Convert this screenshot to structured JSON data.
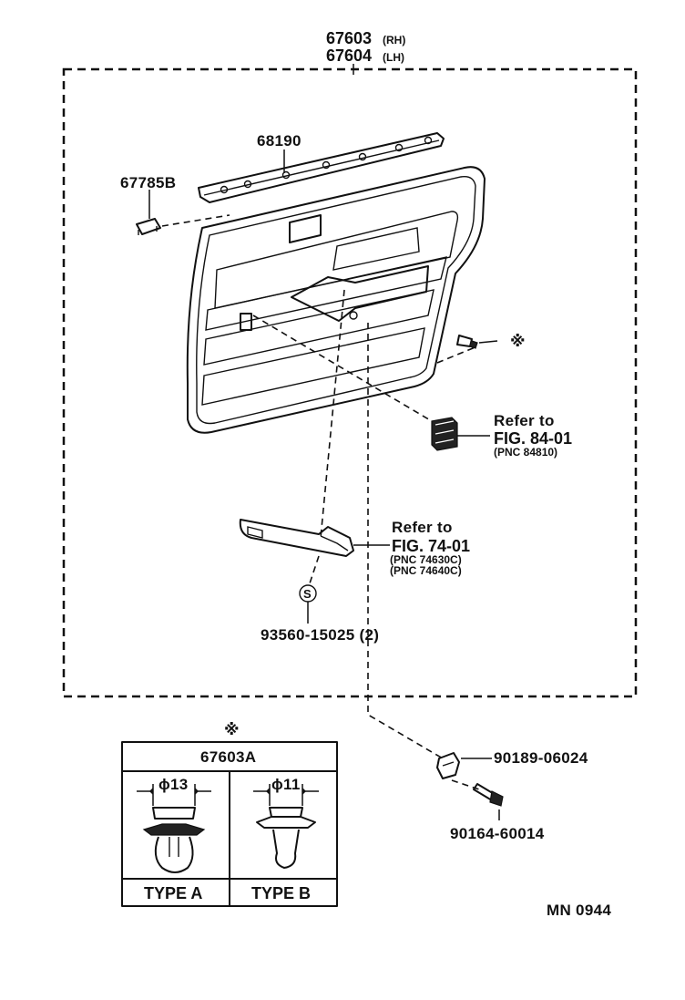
{
  "assembly": {
    "rh_number": "67603",
    "rh_suffix": "(RH)",
    "lh_number": "67604",
    "lh_suffix": "(LH)"
  },
  "parts": {
    "moulding": "68190",
    "clip_cover": "67785B",
    "screw_note": "93560-15025 (2)",
    "nut": "90189-06024",
    "screw": "90164-60014",
    "clip_mark": "※",
    "s_symbol": "S"
  },
  "refs": {
    "switch": {
      "refer": "Refer to",
      "fig": "FIG. 84-01",
      "pnc": "(PNC 84810)"
    },
    "armrest": {
      "refer": "Refer to",
      "fig": "FIG. 74-01",
      "pnc1": "(PNC 74630C)",
      "pnc2": "(PNC 74640C)"
    }
  },
  "clip_table": {
    "mark": "※",
    "title": "67603A",
    "type_a": {
      "dim": "ϕ13",
      "label": "TYPE  A"
    },
    "type_b": {
      "dim": "ϕ11",
      "label": "TYPE  B"
    }
  },
  "drawing_code": "MN 0944"
}
